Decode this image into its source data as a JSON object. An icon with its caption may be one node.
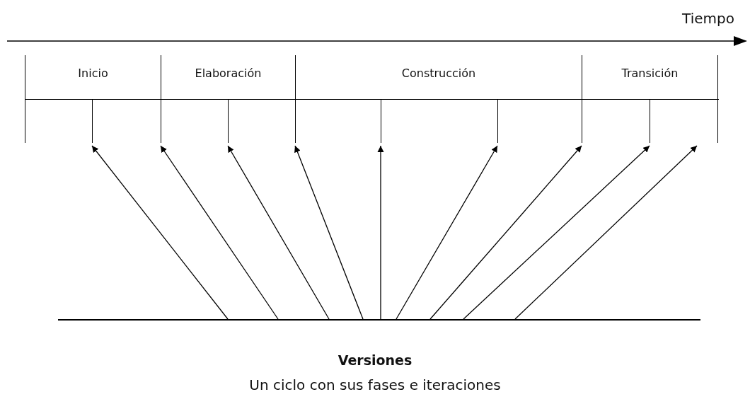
{
  "diagram": {
    "caption": "Un ciclo con sus fases e iteraciones",
    "nodes": [
      {
        "text": [
          "Inicio"
        ]
      },
      {
        "text": [],
        "shape": "box",
        "in": 0
      },
      {
        "text": [],
        "shape": "box",
        "in": 0
      },
      {
        "text": [
          "Elaboración"
        ]
      },
      {
        "text": [],
        "shape": "box",
        "in": 3
      },
      {
        "text": [],
        "shape": "box",
        "in": 3
      },
      {
        "text": [
          "Construcción"
        ]
      },
      {
        "text": [],
        "shape": "box",
        "in": 6
      },
      {
        "text": [],
        "shape": "box",
        "in": 6
      },
      {
        "text": [],
        "shape": "box",
        "in": 6
      },
      {
        "text": [
          "Transición"
        ]
      },
      {
        "text": [],
        "shape": "box",
        "in": 10
      },
      {
        "text": [],
        "shape": "box",
        "in": 10
      },
      {
        "text": [],
        "shape": "bar",
        "beside": [
          "Versiones"
        ]
      }
    ],
    "edges": [
      {
        "from": 13,
        "to": 1,
        "arrow": "to"
      },
      {
        "from": 13,
        "to": 2,
        "arrow": "to"
      },
      {
        "from": 13,
        "to": 4,
        "arrow": "to"
      },
      {
        "from": 13,
        "to": 5,
        "arrow": "to"
      },
      {
        "from": 13,
        "to": 7,
        "arrow": "to"
      },
      {
        "from": 13,
        "to": 8,
        "arrow": "to"
      },
      {
        "from": 13,
        "to": 9,
        "arrow": "to"
      },
      {
        "from": 13,
        "to": 11,
        "arrow": "to"
      },
      {
        "from": 13,
        "to": 12,
        "arrow": "to"
      }
    ],
    "labels": [
      "Tiempo"
    ]
  }
}
